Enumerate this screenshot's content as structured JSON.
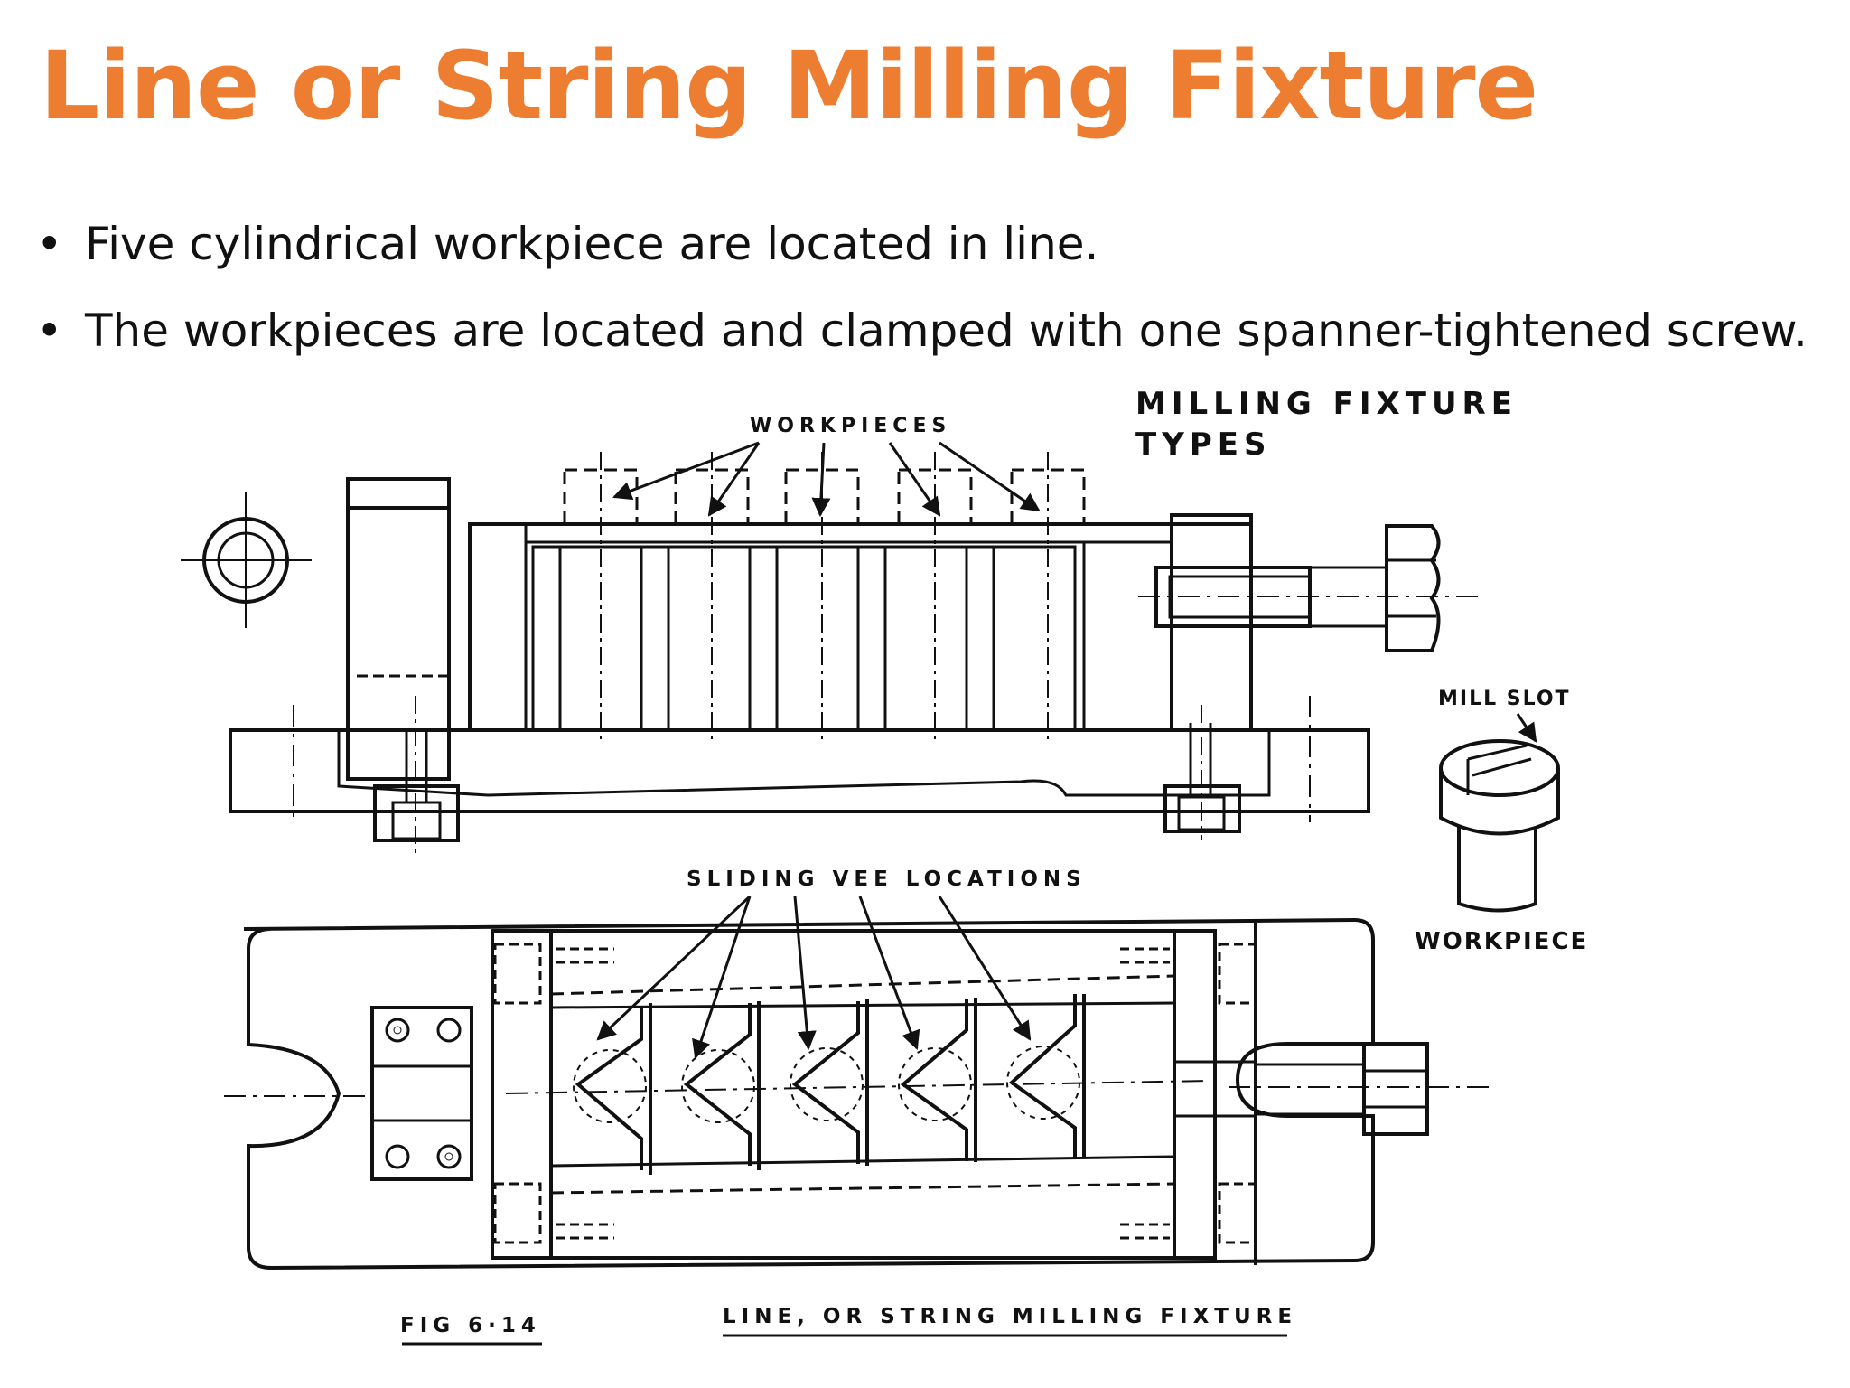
{
  "slide": {
    "title": "Line or String Milling Fixture",
    "bullets": [
      "Five cylindrical workpiece are located in line.",
      "The workpieces are located and clamped with one spanner-tightened screw."
    ]
  },
  "figure": {
    "heading_line1": "MILLING  FIXTURE",
    "heading_line2": "TYPES",
    "label_workpieces": "WORKPIECES",
    "label_sliding_vee": "SLIDING  VEE  LOCATIONS",
    "label_mill_slot": "MILL SLOT",
    "label_workpiece": "WORKPIECE",
    "fig_number": "FIG  6·14",
    "caption": "LINE, OR  STRING  MILLING  FIXTURE"
  },
  "colors": {
    "title": "#ED7D31",
    "text": "#111111",
    "drawing": "#111111"
  }
}
